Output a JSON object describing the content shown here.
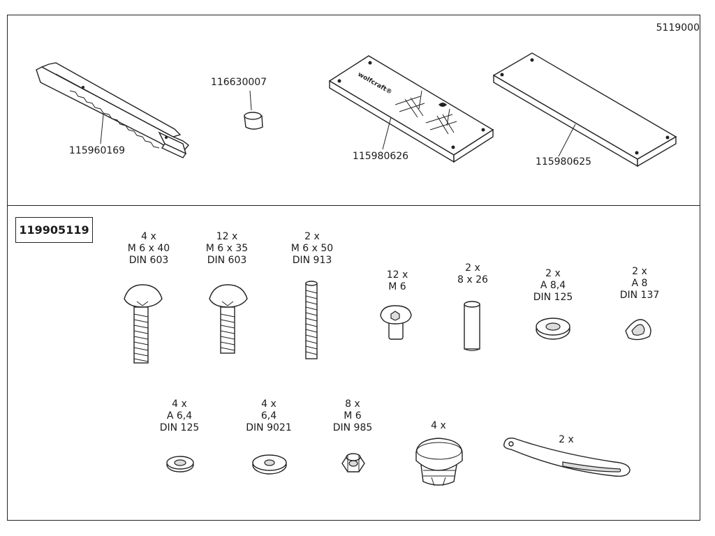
{
  "sheet_number": "5119000",
  "set_number": "119905119",
  "top_parts": [
    {
      "id": "saw-blade",
      "label": "115960169"
    },
    {
      "id": "rubber-foot",
      "label": "116630007"
    },
    {
      "id": "base-plate",
      "label": "115980626",
      "logo": "wolfcraft"
    },
    {
      "id": "plate",
      "label": "115980625"
    }
  ],
  "hardware": [
    {
      "id": "carriage-bolt-40",
      "qty": "4 x",
      "size": "M 6 x 40",
      "norm": "DIN 603"
    },
    {
      "id": "carriage-bolt-35",
      "qty": "12 x",
      "size": "M 6 x 35",
      "norm": "DIN 603"
    },
    {
      "id": "threaded-rod",
      "qty": "2 x",
      "size": "M 6 x 50",
      "norm": "DIN 913"
    },
    {
      "id": "socket-screw",
      "qty": "12 x",
      "size": "M 6"
    },
    {
      "id": "pin",
      "qty": "2 x",
      "size": "8 x 26"
    },
    {
      "id": "washer-84",
      "qty": "2 x",
      "size": "A 8,4",
      "norm": "DIN 125"
    },
    {
      "id": "spring-washer",
      "qty": "2 x",
      "size": "A 8",
      "norm": "DIN 137"
    },
    {
      "id": "washer-64",
      "qty": "4 x",
      "size": "A 6,4",
      "norm": "DIN 125"
    },
    {
      "id": "fender-washer",
      "qty": "4 x",
      "size": "6,4",
      "norm": "DIN 9021"
    },
    {
      "id": "lock-nut",
      "qty": "8 x",
      "size": "M 6",
      "norm": "DIN 985"
    },
    {
      "id": "end-cap",
      "qty": "4 x"
    },
    {
      "id": "curved-bar",
      "qty": "2 x"
    }
  ]
}
